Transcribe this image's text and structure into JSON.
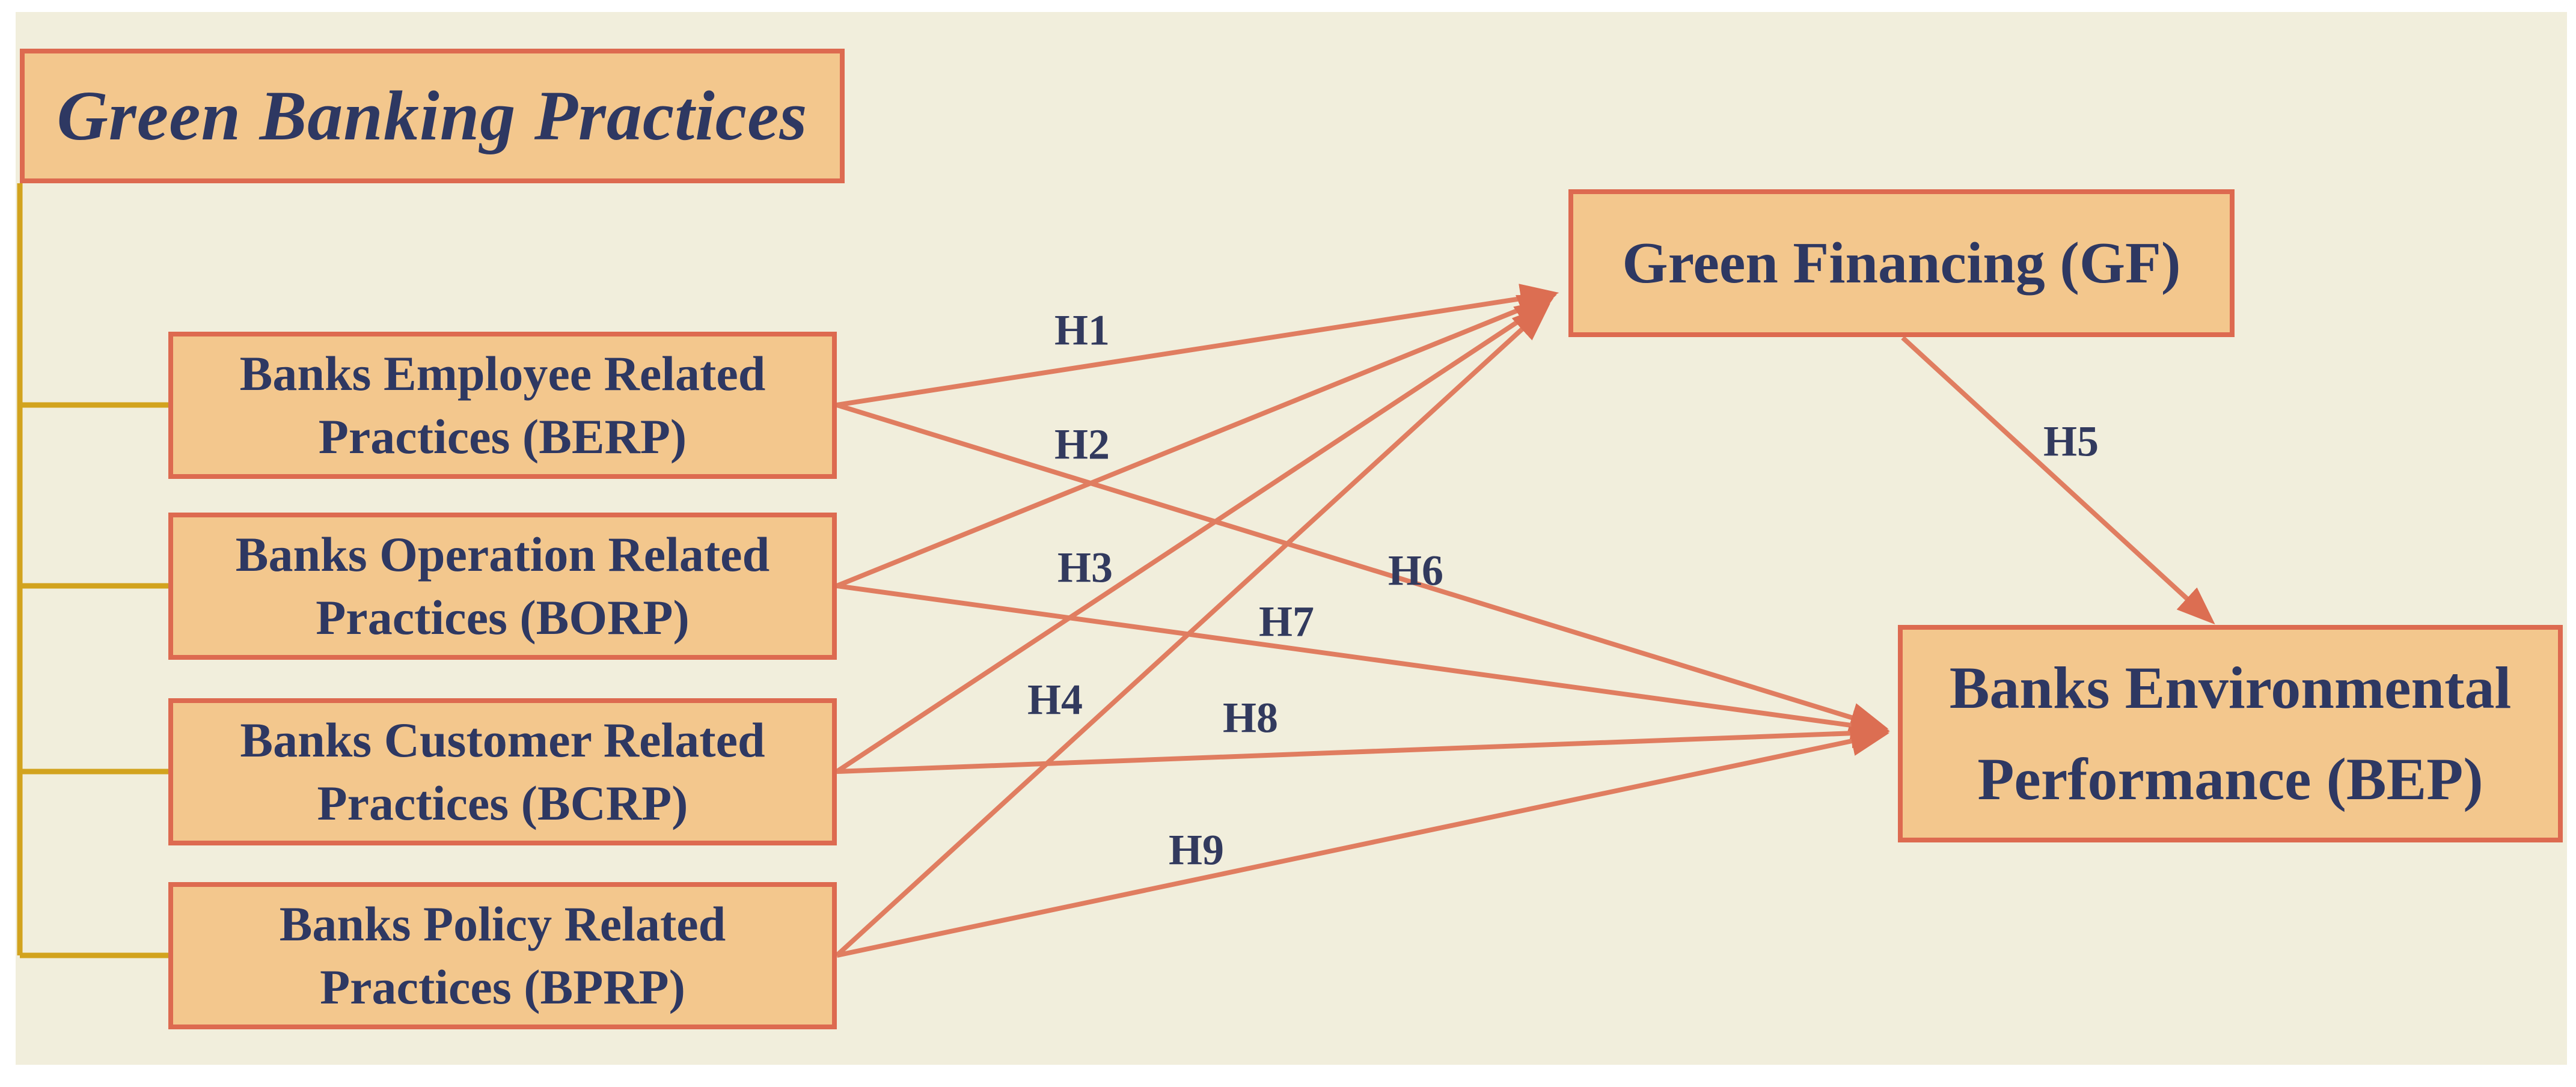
{
  "figure": {
    "type": "conceptual-research-model",
    "group_title": "Green Banking Practices"
  },
  "nodes": {
    "title": {
      "label": "Green Banking Practices"
    },
    "practices": [
      {
        "line1": "Banks Employee Related",
        "line2": "Practices (BERP)"
      },
      {
        "line1": "Banks Operation Related",
        "line2": "Practices (BORP)"
      },
      {
        "line1": "Banks Customer Related",
        "line2": "Practices (BCRP)"
      },
      {
        "line1": "Banks Policy Related",
        "line2": "Practices (BPRP)"
      }
    ],
    "gf": {
      "label": "Green Financing (GF)"
    },
    "bep": {
      "line1": "Banks Environmental",
      "line2": "Performance (BEP)"
    }
  },
  "hypotheses": {
    "h1": "H1",
    "h2": "H2",
    "h3": "H3",
    "h4": "H4",
    "h5": "H5",
    "h6": "H6",
    "h7": "H7",
    "h8": "H8",
    "h9": "H9"
  },
  "colors": {
    "page_margin": "#ffffff",
    "background": "#f1eedc",
    "node_fill": "#f3c78d",
    "node_border": "#dd6a50",
    "arrow": "#e07d60",
    "bracket": "#d2a31e",
    "text": "#2e3862"
  }
}
